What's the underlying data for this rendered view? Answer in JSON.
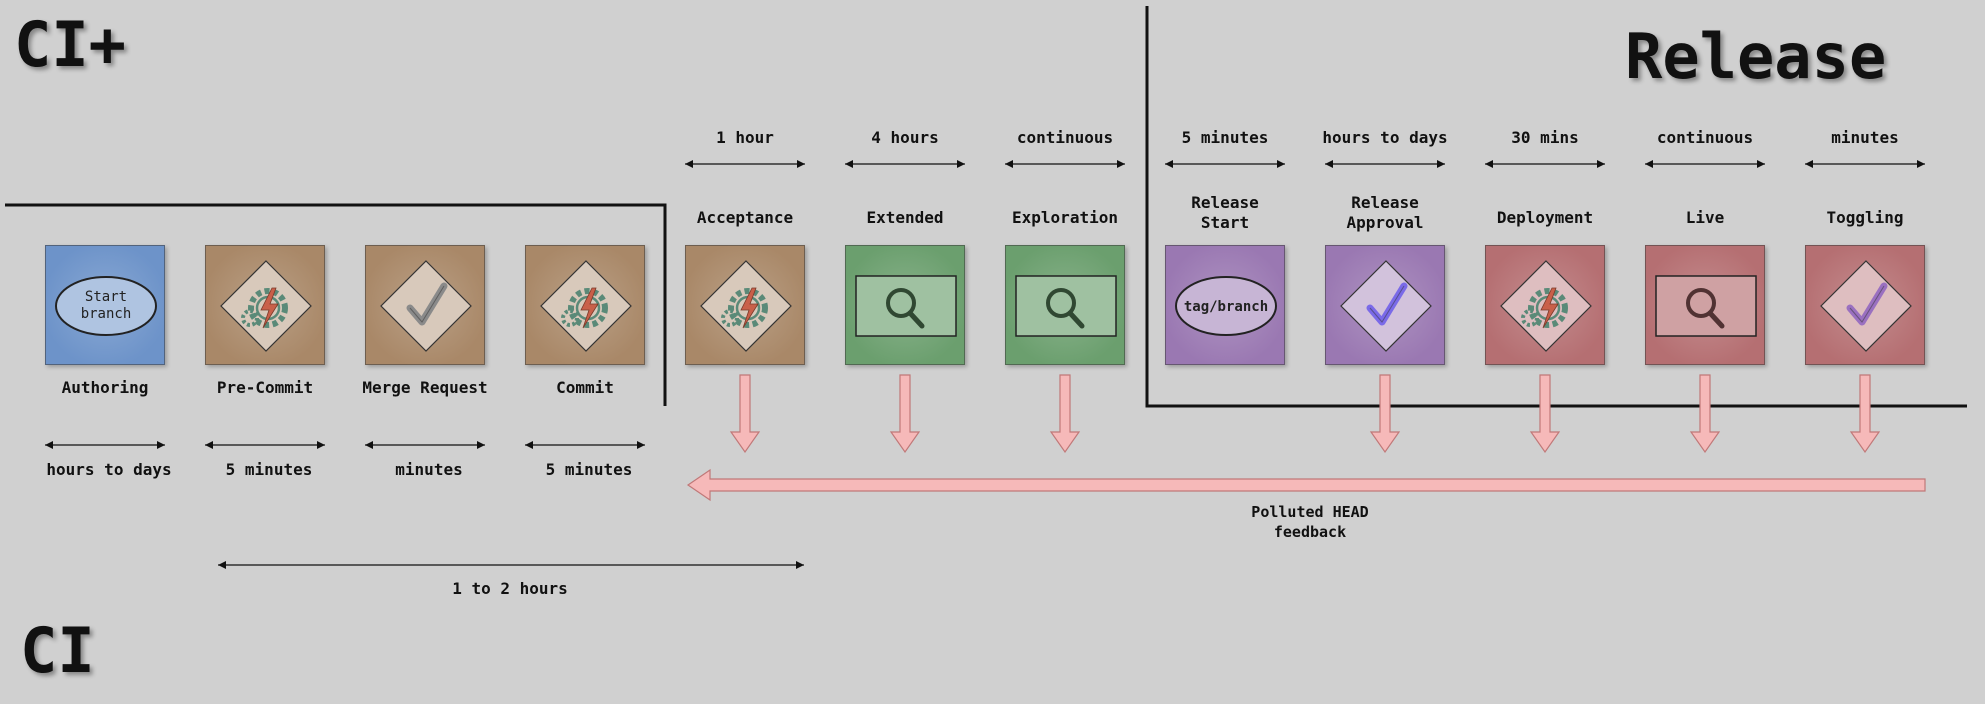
{
  "headings": {
    "ci_plus": "CI+",
    "release": "Release",
    "ci": "CI"
  },
  "stages": [
    {
      "name": "Authoring",
      "icon": "start-branch-oval",
      "icon_text": [
        "Start",
        "branch"
      ],
      "color": "#6d93c9",
      "duration": "hours to days"
    },
    {
      "name": "Pre-Commit",
      "icon": "gear-bolt",
      "color": "#a98868",
      "duration": "5 minutes"
    },
    {
      "name": "Merge Request",
      "icon": "checkmark",
      "color": "#a98868",
      "duration": "minutes"
    },
    {
      "name": "Commit",
      "icon": "gear-bolt",
      "color": "#a98868",
      "duration": "5 minutes"
    },
    {
      "name": "Acceptance",
      "icon": "gear-bolt",
      "color": "#a98868",
      "duration": "1 hour"
    },
    {
      "name": "Extended",
      "icon": "magnifier",
      "color": "#6b9f6e",
      "duration": "4 hours"
    },
    {
      "name": "Exploration",
      "icon": "magnifier",
      "color": "#6b9f6e",
      "duration": "continuous"
    },
    {
      "name": "Release\nStart",
      "icon": "tag-branch-oval",
      "icon_text": [
        "tag/branch"
      ],
      "color": "#9a78b2",
      "duration": "5 minutes"
    },
    {
      "name": "Release\nApproval",
      "icon": "checkmark",
      "color": "#9a78b2",
      "duration": "hours to days"
    },
    {
      "name": "Deployment",
      "icon": "gear-bolt",
      "color": "#b56f72",
      "duration": "30 mins"
    },
    {
      "name": "Live",
      "icon": "magnifier",
      "color": "#b56f72",
      "duration": "continuous"
    },
    {
      "name": "Toggling",
      "icon": "checkmark",
      "color": "#b56f72",
      "duration": "minutes"
    }
  ],
  "span": {
    "label": "1 to 2 hours"
  },
  "feedback": {
    "label": [
      "Polluted HEAD",
      "feedback"
    ],
    "color": "#f6b9b9"
  }
}
